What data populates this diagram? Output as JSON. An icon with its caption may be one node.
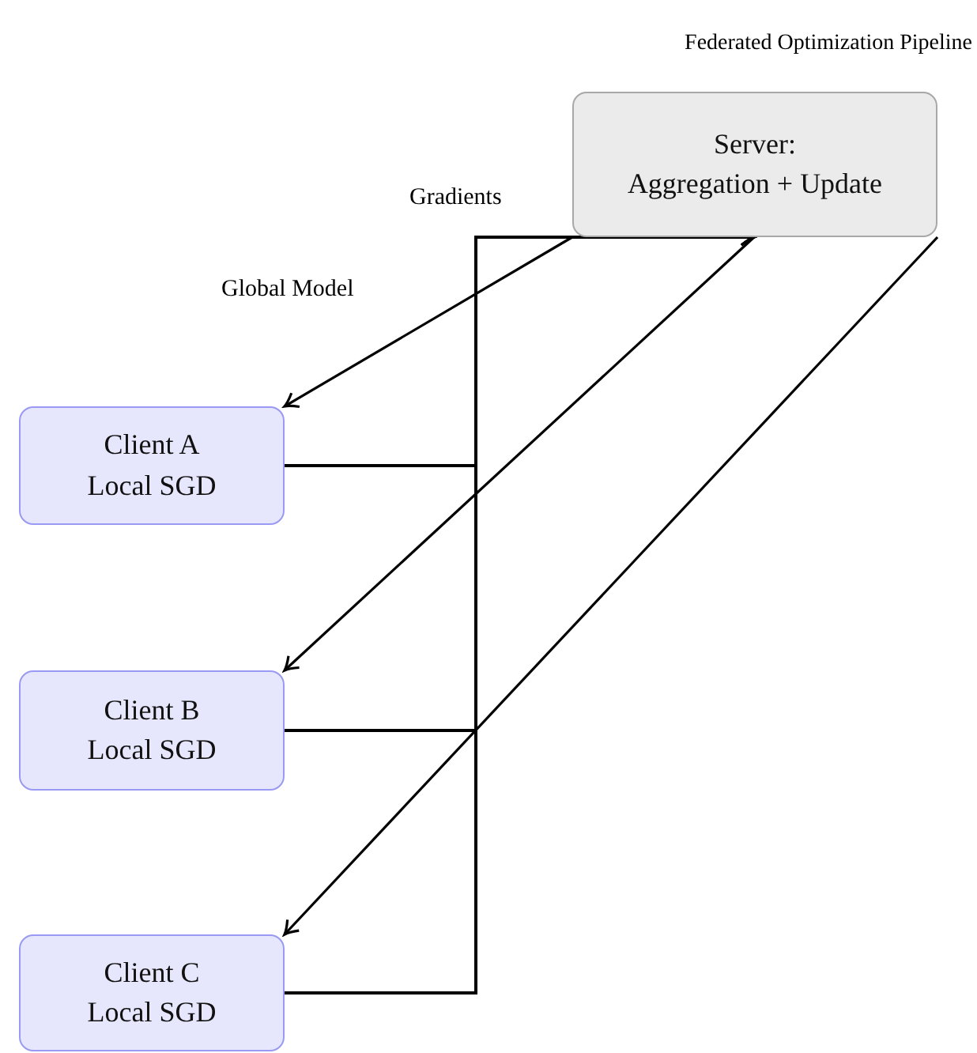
{
  "diagram": {
    "title": "Federated Optimization Pipeline",
    "nodes": [
      {
        "text": [
          "Server: Aggregation + Update"
        ]
      },
      {
        "text": [
          "Client A Local SGD"
        ]
      },
      {
        "text": [
          "Client B Local SGD"
        ]
      },
      {
        "text": [
          "Client C Local SGD"
        ]
      }
    ],
    "edges": [
      {
        "from": 0,
        "to": 1,
        "arrow": "to",
        "label": "Global Model"
      },
      {
        "from": 0,
        "to": 2,
        "arrow": "to"
      },
      {
        "from": 0,
        "to": 3,
        "arrow": "to"
      },
      {
        "from": 1,
        "to": 0,
        "arrow": "to",
        "label": "Gradients"
      },
      {
        "from": 2,
        "to": 0,
        "arrow": "to"
      },
      {
        "from": 3,
        "to": 0,
        "arrow": "to"
      }
    ]
  }
}
